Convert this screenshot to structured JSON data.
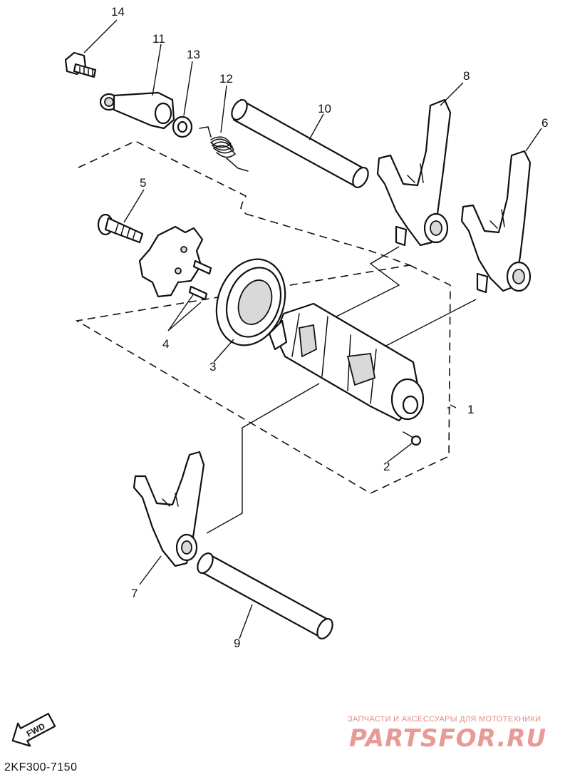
{
  "diagram": {
    "callouts": [
      {
        "id": "c1",
        "label": "1"
      },
      {
        "id": "c2",
        "label": "2"
      },
      {
        "id": "c3",
        "label": "3"
      },
      {
        "id": "c4",
        "label": "4"
      },
      {
        "id": "c5",
        "label": "5"
      },
      {
        "id": "c6",
        "label": "6"
      },
      {
        "id": "c7",
        "label": "7"
      },
      {
        "id": "c8",
        "label": "8"
      },
      {
        "id": "c9",
        "label": "9"
      },
      {
        "id": "c10",
        "label": "10"
      },
      {
        "id": "c11",
        "label": "11"
      },
      {
        "id": "c12",
        "label": "12"
      },
      {
        "id": "c13",
        "label": "13"
      },
      {
        "id": "c14",
        "label": "14"
      }
    ],
    "fwd_label": "FWD",
    "part_code": "2KF300-7150"
  },
  "watermark": {
    "tagline": "ЗАПЧАСТИ И АКСЕССУАРЫ ДЛЯ МОТОТЕХНИКИ",
    "brand": "PARTSFOR.RU",
    "color": "#e89a96"
  }
}
